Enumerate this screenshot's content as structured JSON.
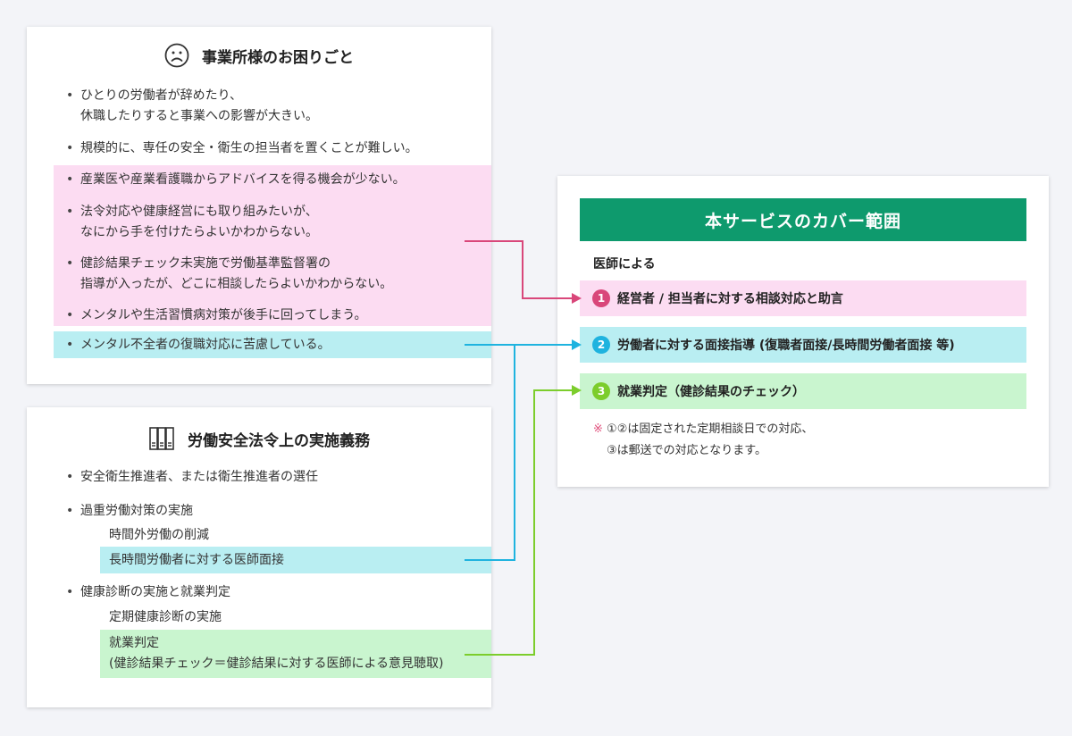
{
  "troubles": {
    "title": "事業所様のお困りごと",
    "items": [
      {
        "lines": [
          "ひとりの労働者が辞めたり、",
          "休職したりすると事業への影響が大きい。"
        ]
      },
      {
        "lines": [
          "規模的に、専任の安全・衛生の担当者を置くことが難しい。"
        ]
      },
      {
        "lines": [
          "産業医や産業看護職からアドバイスを得る機会が少ない。"
        ]
      },
      {
        "lines": [
          "法令対応や健康経営にも取り組みたいが、",
          "なにから手を付けたらよいかわからない。"
        ]
      },
      {
        "lines": [
          "健診結果チェック未実施で労働基準監督署の",
          "指導が入ったが、どこに相談したらよいかわからない。"
        ]
      },
      {
        "lines": [
          "メンタルや生活習慣病対策が後手に回ってしまう。"
        ]
      },
      {
        "lines": [
          "メンタル不全者の復職対応に苦慮している。"
        ]
      }
    ]
  },
  "duties": {
    "title": "労働安全法令上の実施義務",
    "items": [
      {
        "label": "安全衛生推進者、または衛生推進者の選任",
        "subs": []
      },
      {
        "label": "過重労働対策の実施",
        "subs": [
          "時間外労働の削減",
          "長時間労働者に対する医師面接"
        ]
      },
      {
        "label": "健康診断の実施と就業判定",
        "subs": [
          "定期健康診断の実施",
          "就業判定",
          "(健診結果チェック＝健診結果に対する医師による意見聴取)"
        ]
      }
    ]
  },
  "service": {
    "title": "本サービスのカバー範囲",
    "subtitle": "医師による",
    "rows": [
      {
        "num": "1",
        "label": "経営者 / 担当者に対する相談対応と助言"
      },
      {
        "num": "2",
        "label": "労働者に対する面接指導 (復職者面接/長時間労働者面接 等)"
      },
      {
        "num": "3",
        "label": "就業判定（健診結果のチェック）"
      }
    ],
    "note_mark": "※",
    "note_line1": "①②は固定された定期相談日での対応、",
    "note_line2": "③は郵送での対応となります。"
  },
  "colors": {
    "pink": "#d9477a",
    "cyan": "#1fb3df",
    "green": "#7ccd2c",
    "banner": "#0e9a6d"
  }
}
